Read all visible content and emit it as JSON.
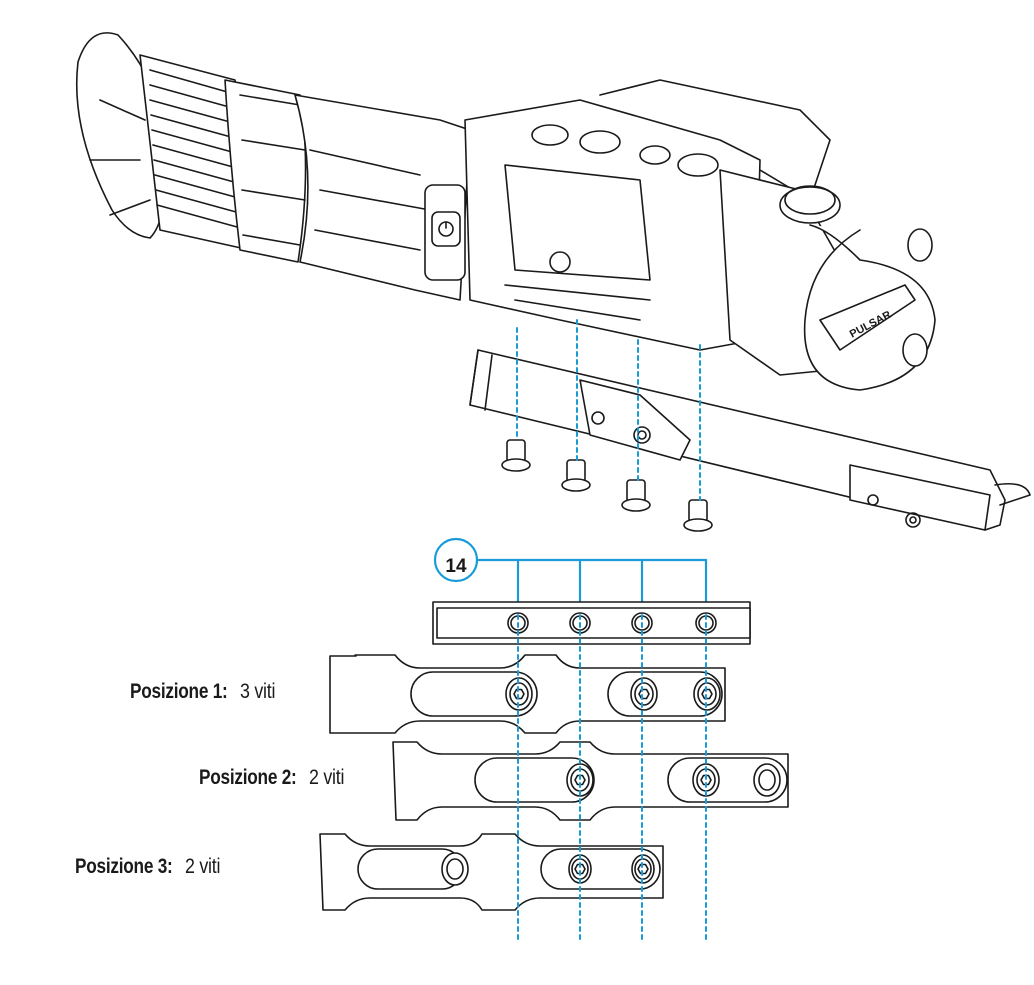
{
  "diagram": {
    "subject": "thermal-imaging-riflescope-with-mounting-rail",
    "brand_mark": "PULSAR",
    "accent_color": "#1a9bd7",
    "line_color": "#1a1a1a",
    "callout": {
      "number": "14",
      "target": "mounting-screws",
      "count": 4
    },
    "positions": [
      {
        "title": "Posizione 1:",
        "detail": "3 viti",
        "screws_used": 3
      },
      {
        "title": "Posizione 2:",
        "detail": "2 viti",
        "screws_used": 2
      },
      {
        "title": "Posizione 3:",
        "detail": "2 viti",
        "screws_used": 2
      }
    ]
  }
}
